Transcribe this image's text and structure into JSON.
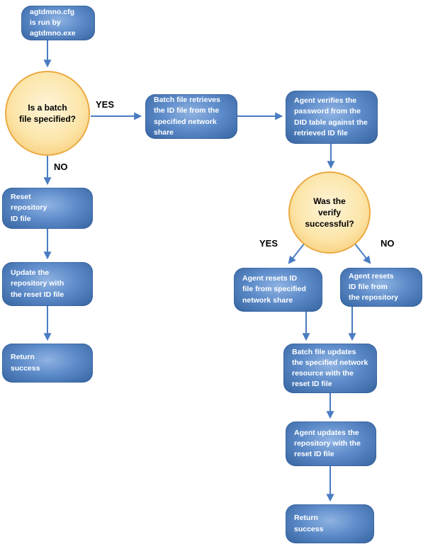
{
  "diagram": {
    "nodes": {
      "start": {
        "label": "agtdmno.cfg\nis run by\nagtdmno.exe"
      },
      "decision_batch": {
        "label": "Is a batch\nfile specified?"
      },
      "batch_retrieves": {
        "label": "Batch file retrieves\nthe ID file from the\nspecified network\nshare"
      },
      "agent_verifies": {
        "label": "Agent verifies the\npassword from the\nDID table against the\nretrieved ID file"
      },
      "decision_verify": {
        "label": "Was the\nverify\nsuccessful?"
      },
      "reset_repo": {
        "label": "Reset\nrepository\nID file"
      },
      "update_repo": {
        "label": "Update the\nrepository with\nthe reset ID file"
      },
      "return_left": {
        "label": "Return\nsuccess"
      },
      "resets_network": {
        "label": "Agent resets ID\nfile from specified\nnetwork share"
      },
      "resets_repo": {
        "label": "Agent resets\nID file from\nthe repository"
      },
      "batch_updates": {
        "label": "Batch file updates\nthe specified network\nresource with the\nreset ID file"
      },
      "agent_updates": {
        "label": "Agent updates the\nrepository with the\nreset ID file"
      },
      "return_right": {
        "label": "Return\nsuccess"
      }
    },
    "labels": {
      "yes1": "YES",
      "no1": "NO",
      "yes2": "YES",
      "no2": "NO"
    },
    "colors": {
      "box_fill_dark": "#34639f",
      "box_fill_light": "#8fb3e2",
      "box_text": "#ffffff",
      "circle_fill_light": "#fdf4d8",
      "circle_fill_dark": "#f5c263",
      "circle_border": "#ecaa42",
      "circle_text": "#000000",
      "arrow": "#4a7cc2",
      "background": "#ffffff"
    }
  }
}
